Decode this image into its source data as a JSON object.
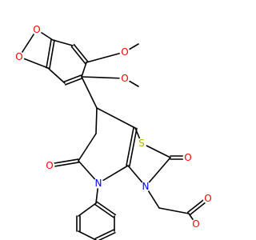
{
  "colors": {
    "bond": "#000000",
    "O": "#ff0000",
    "N": "#0000ff",
    "S": "#b2b200",
    "background": "#ffffff"
  },
  "labels": {
    "o_dioxole_top": "O",
    "o_dioxole_left": "O",
    "o_methoxy_top": "O",
    "o_methoxy_mid": "O",
    "s_thiazole": "S",
    "o_thiazolone": "O",
    "o_lactam": "O",
    "n_pyridine": "N",
    "n_thiazole": "N",
    "o_ester_carbonyl": "O",
    "o_ester_ether": "O"
  }
}
